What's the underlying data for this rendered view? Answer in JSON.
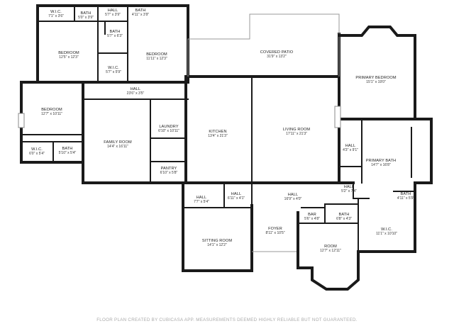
{
  "footer_note": "FLOOR PLAN CREATED BY CUBICASA APP. MEASUREMENTS DEEMED HIGHLY RELIABLE BUT NOT GUARANTEED.",
  "rooms": {
    "wic_top": {
      "name": "W.I.C.",
      "dim": "7'1\" x 3'6\""
    },
    "bath_top1": {
      "name": "BATH",
      "dim": "5'0\" x 3'9\""
    },
    "hall_top": {
      "name": "HALL",
      "dim": "5'7\" x 3'9\""
    },
    "bath_top2": {
      "name": "BATH",
      "dim": "4'11\" x 3'9\""
    },
    "bath_mid": {
      "name": "BATH",
      "dim": "5'7\" x 6'3\""
    },
    "bedroom_nw": {
      "name": "BEDROOM",
      "dim": "12'5\" x 12'3\""
    },
    "bedroom_n": {
      "name": "BEDROOM",
      "dim": "11'11\" x 12'3\""
    },
    "wic_mid": {
      "name": "W.I.C.",
      "dim": "5'7\" x 5'9\""
    },
    "hall_long": {
      "name": "HALL",
      "dim": "23'6\" x 3'5\""
    },
    "covered_patio": {
      "name": "COVERED PATIO",
      "dim": "31'9\" x 13'2\""
    },
    "primary_bedroom": {
      "name": "PRIMARY BEDROOM",
      "dim": "15'1\" x 19'0\""
    },
    "bedroom_w": {
      "name": "BEDROOM",
      "dim": "12'7\" x 10'11\""
    },
    "wic_w": {
      "name": "W.I.C.",
      "dim": "6'0\" x 5'4\""
    },
    "bath_w": {
      "name": "BATH",
      "dim": "5'10\" x 5'4\""
    },
    "family_room": {
      "name": "FAMILY ROOM",
      "dim": "14'4\" x 16'11\""
    },
    "laundry": {
      "name": "LAUNDRY",
      "dim": "6'10\" x 10'11\""
    },
    "pantry": {
      "name": "PANTRY",
      "dim": "6'10\" x 5'8\""
    },
    "kitchen": {
      "name": "KITCHEN",
      "dim": "13'4\" x 21'3\""
    },
    "living_room": {
      "name": "LIVING ROOM",
      "dim": "17'11\" x 21'3\""
    },
    "hall_pb": {
      "name": "HALL",
      "dim": "4'3\" x 9'1\""
    },
    "primary_bath": {
      "name": "PRIMARY BATH",
      "dim": "14'7\" x 16'8\""
    },
    "hall_right": {
      "name": "HALL",
      "dim": "5'2\" x 7'4\""
    },
    "bath_small": {
      "name": "BATH",
      "dim": "4'11\" x 5'9\""
    },
    "hall_a": {
      "name": "HALL",
      "dim": "7'7\" x 5'4\""
    },
    "hall_b": {
      "name": "HALL",
      "dim": "6'11\" x 4'1\""
    },
    "hall_c": {
      "name": "HALL",
      "dim": "16'9\" x 4'0\""
    },
    "bar": {
      "name": "BAR",
      "dim": "5'6\" x 4'8\""
    },
    "bath_s": {
      "name": "BATH",
      "dim": "6'8\" x 4'3\""
    },
    "wic_se": {
      "name": "W.I.C.",
      "dim": "11'1\" x 10'10\""
    },
    "sitting_room": {
      "name": "SITTING ROOM",
      "dim": "14'1\" x 12'2\""
    },
    "foyer": {
      "name": "FOYER",
      "dim": "8'11\" x 10'5\""
    },
    "room": {
      "name": "ROOM",
      "dim": "12'7\" x 12'11\""
    }
  }
}
